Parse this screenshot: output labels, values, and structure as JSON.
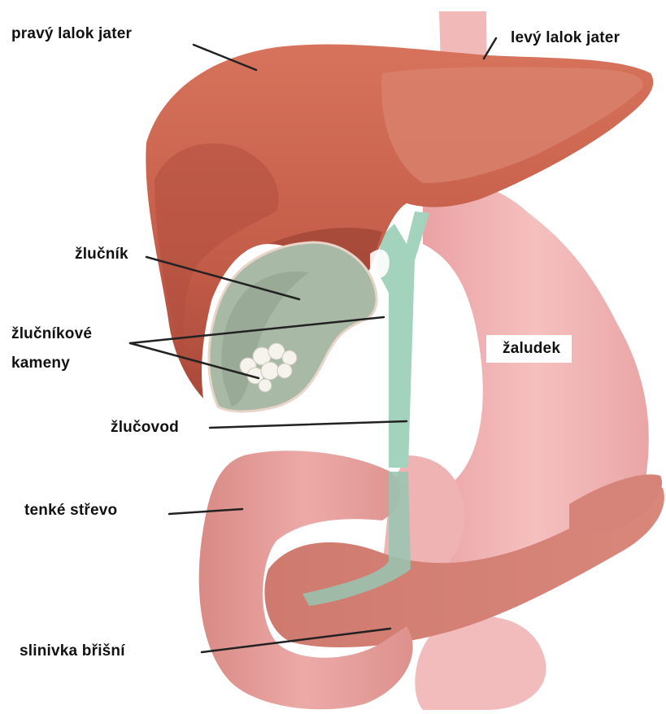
{
  "labels": {
    "right_lobe": "pravý lalok jater",
    "left_lobe": "levý lalok jater",
    "gallbladder": "žlučník",
    "gallstones_line1": "žlučníkové",
    "gallstones_line2": "kameny",
    "stomach": "žaludek",
    "bile_duct": "žlučovod",
    "small_intestine": "tenké střevo",
    "pancreas": "slinivka břišní"
  },
  "colors": {
    "background": "#ffffff",
    "liver": "#c7624f",
    "liver_dark": "#9e4436",
    "liver_light": "#e08e78",
    "stomach": "#f2b3b3",
    "stomach_dark": "#e39a9c",
    "duodenum": "#de8a84",
    "pancreas": "#d17868",
    "bile_duct": "#9fcfb9",
    "gallbladder": "#a9b9a6",
    "stones": "#f4f2ea",
    "label_text": "#111111",
    "leader_line": "#222222"
  }
}
